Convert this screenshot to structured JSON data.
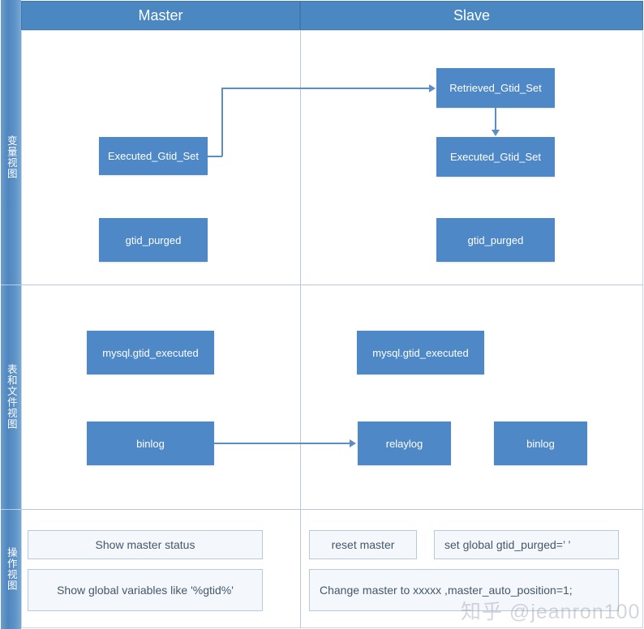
{
  "columns": {
    "master_label": "Master",
    "slave_label": "Slave"
  },
  "rail": {
    "sections": [
      {
        "label": "变量视图"
      },
      {
        "label": "表和文件视图"
      },
      {
        "label": "操作视图"
      }
    ]
  },
  "variable_view": {
    "master_nodes": [
      {
        "label": "Executed_Gtid_Set"
      },
      {
        "label": "gtid_purged"
      }
    ],
    "slave_nodes": [
      {
        "label": "Retrieved_Gtid_Set"
      },
      {
        "label": "Executed_Gtid_Set"
      },
      {
        "label": "gtid_purged"
      }
    ]
  },
  "file_view": {
    "master_nodes": [
      {
        "label": "mysql.gtid_executed"
      },
      {
        "label": "binlog"
      }
    ],
    "slave_nodes": [
      {
        "label": "mysql.gtid_executed"
      },
      {
        "label": "relaylog"
      },
      {
        "label": "binlog"
      }
    ]
  },
  "operation_view": {
    "master_commands": [
      {
        "label": "Show master status"
      },
      {
        "label": "Show global variables like '%gtid%'"
      }
    ],
    "slave_commands": [
      {
        "label": "reset master"
      },
      {
        "label": "set global gtid_purged=’    ’"
      },
      {
        "label": "Change master to xxxxx ,master_auto_position=1;"
      }
    ]
  },
  "connectors": [
    {
      "name": "master-executed-to-slave-retrieved"
    },
    {
      "name": "slave-retrieved-to-slave-executed"
    },
    {
      "name": "master-binlog-to-slave-relaylog"
    }
  ],
  "watermark": {
    "text": "知乎 @jeanron100"
  },
  "colors": {
    "header_blue": "#4b87c0",
    "node_blue": "#4f88c6",
    "rail_blue": "#5d93c7",
    "connector_blue": "#5b8fc3",
    "command_bg": "#f4f7fb",
    "grid_line": "#b9c8d8"
  }
}
